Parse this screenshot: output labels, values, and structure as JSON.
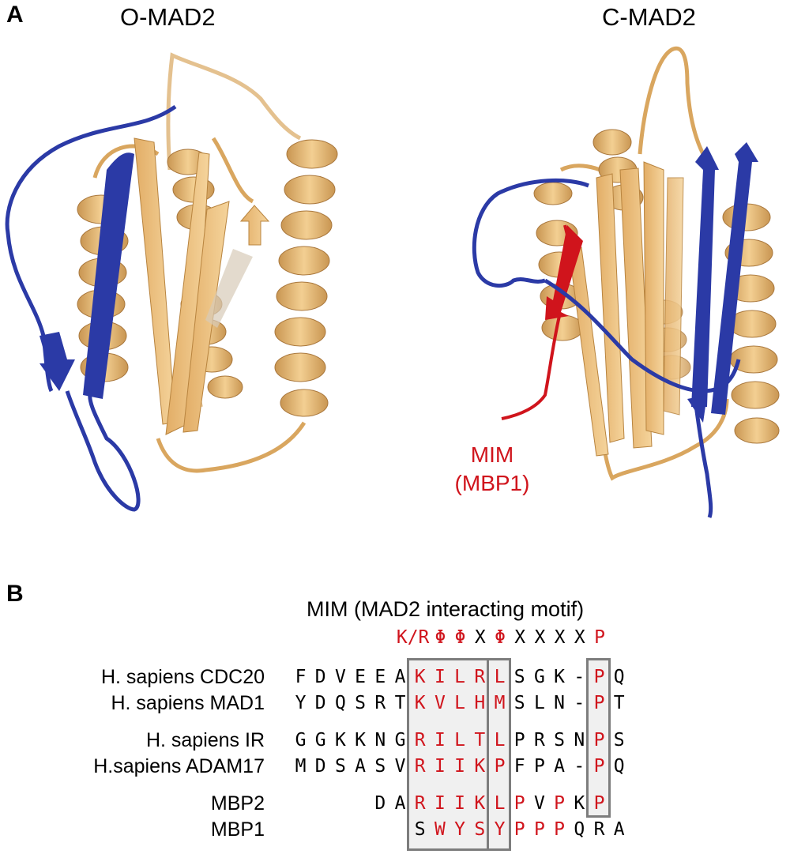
{
  "panel_a": {
    "letter": "A",
    "left_structure": {
      "title": "O-MAD2"
    },
    "right_structure": {
      "title": "C-MAD2",
      "ligand_label_line1": "MIM",
      "ligand_label_line2": "(MBP1)"
    }
  },
  "panel_b": {
    "letter": "B",
    "motif_title": "MIM (MAD2 interacting motif)",
    "consensus": [
      {
        "text": "K/R",
        "color": "#d0141c"
      },
      {
        "text": "Φ",
        "color": "#d0141c"
      },
      {
        "text": "Φ",
        "color": "#d0141c"
      },
      {
        "text": "X",
        "color": "#000000"
      },
      {
        "text": "Φ",
        "color": "#d0141c"
      },
      {
        "text": "X",
        "color": "#000000"
      },
      {
        "text": "X",
        "color": "#000000"
      },
      {
        "text": "X",
        "color": "#000000"
      },
      {
        "text": "X",
        "color": "#000000"
      },
      {
        "text": "P",
        "color": "#d0141c"
      }
    ],
    "alignment": [
      {
        "label": "H. sapiens CDC20",
        "residues": [
          "F",
          "D",
          "V",
          "E",
          "E",
          "A",
          "K",
          "I",
          "L",
          "R",
          "L",
          "S",
          "G",
          "K",
          "-",
          "P",
          "Q"
        ],
        "highlight": [
          6,
          7,
          8,
          9,
          10,
          15
        ]
      },
      {
        "label": "H. sapiens MAD1",
        "residues": [
          "Y",
          "D",
          "Q",
          "S",
          "R",
          "T",
          "K",
          "V",
          "L",
          "H",
          "M",
          "S",
          "L",
          "N",
          "-",
          "P",
          "T"
        ],
        "highlight": [
          6,
          7,
          8,
          9,
          10,
          15
        ]
      },
      {
        "label": "H. sapiens IR",
        "residues": [
          "G",
          "G",
          "K",
          "K",
          "N",
          "G",
          "R",
          "I",
          "L",
          "T",
          "L",
          "P",
          "R",
          "S",
          "N",
          "P",
          "S"
        ],
        "highlight": [
          6,
          7,
          8,
          9,
          10,
          15
        ]
      },
      {
        "label": "H.sapiens ADAM17",
        "residues": [
          "M",
          "D",
          "S",
          "A",
          "S",
          "V",
          "R",
          "I",
          "I",
          "K",
          "P",
          "F",
          "P",
          "A",
          "-",
          "P",
          "Q"
        ],
        "highlight": [
          6,
          7,
          8,
          9,
          10,
          15
        ]
      },
      {
        "label": "MBP2",
        "residues": [
          "",
          "",
          "",
          "",
          "D",
          "A",
          "R",
          "I",
          "I",
          "K",
          "L",
          "P",
          "V",
          "P",
          "K",
          "P",
          ""
        ],
        "highlight": [
          6,
          7,
          8,
          9,
          10,
          11,
          13,
          15
        ]
      },
      {
        "label": "MBP1",
        "residues": [
          "",
          "",
          "",
          "",
          "",
          "",
          "S",
          "W",
          "Y",
          "S",
          "Y",
          "P",
          "P",
          "P",
          "Q",
          "R",
          "A"
        ],
        "highlight": [
          7,
          8,
          9,
          10,
          11,
          12,
          13
        ]
      }
    ]
  },
  "colors": {
    "helix": "#e9b872",
    "strand_blue": "#2b3aa6",
    "mim_red": "#d0141c",
    "box_border": "#7d7d7d",
    "box_fill": "#f0f0f0"
  }
}
